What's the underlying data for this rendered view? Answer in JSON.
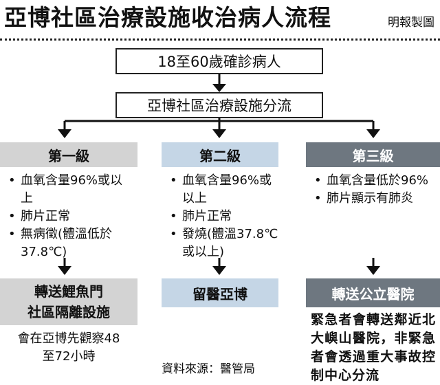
{
  "title": "亞博社區治療設施收治病人流程",
  "credit": "明報製圖",
  "top_box": "18至60歲確診病人",
  "mid_box": "亞博社區治療設施分流",
  "levels": [
    {
      "label": "第一級",
      "criteria": [
        "血氧含量96%或以上",
        "肺片正常",
        "無病徵(體溫低於37.8℃)"
      ],
      "outcome": [
        "轉送鯉魚門",
        "社區隔離設施"
      ],
      "note": [
        "會在亞博先觀察48",
        "至72小時"
      ]
    },
    {
      "label": "第二級",
      "criteria": [
        "血氧含量96%或以上",
        "肺片正常",
        "發燒(體溫37.8℃或以上)"
      ],
      "outcome": [
        "留醫亞博"
      ],
      "note": []
    },
    {
      "label": "第三級",
      "criteria": [
        "血氧含量低於96%",
        "肺片顯示有肺炎"
      ],
      "outcome": [
        "轉送公立醫院"
      ],
      "note": [
        "緊急者會轉送鄰近北大嶼山醫院，非緊急者會透過重大事故控制中心分流"
      ]
    }
  ],
  "source": "資料來源：醫管局"
}
